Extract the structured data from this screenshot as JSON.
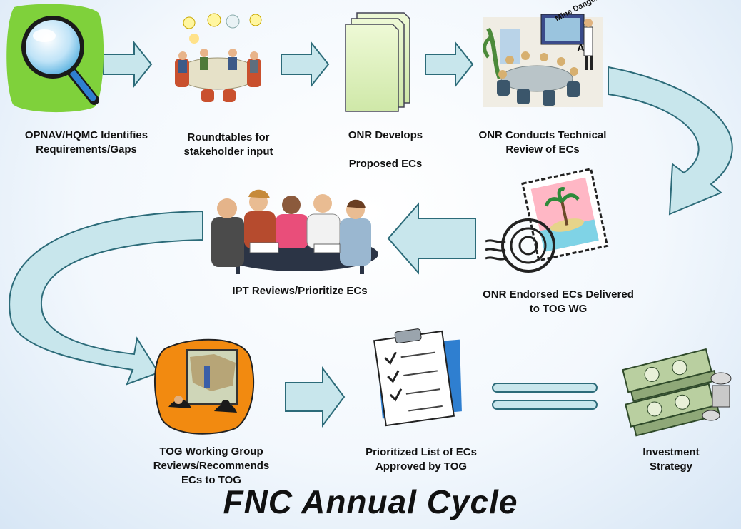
{
  "title": "FNC Annual Cycle",
  "colors": {
    "arrow_fill": "#c8e6ec",
    "arrow_stroke": "#2c6b79",
    "background": "#ffffff"
  },
  "steps": [
    {
      "label": "OPNAV/HQMC Identifies\nRequirements/Gaps",
      "icon": "magnifying-glass-icon"
    },
    {
      "label": "Roundtables for\nstakeholder input",
      "icon": "roundtable-meeting-icon"
    },
    {
      "label": "ONR Develops\n\nProposed ECs",
      "icon": "document-stack-icon"
    },
    {
      "label": "ONR Conducts Technical\nReview of ECs",
      "icon": "conference-room-icon"
    },
    {
      "label": "ONR Endorsed ECs Delivered\nto TOG WG",
      "icon": "postage-stamp-icon"
    },
    {
      "label": "IPT Reviews/Prioritize ECs",
      "icon": "team-meeting-icon"
    },
    {
      "label": "TOG Working Group\nReviews/Recommends\nECs to TOG",
      "icon": "map-briefing-icon"
    },
    {
      "label": "Prioritized List of ECs\nApproved by TOG",
      "icon": "clipboard-checklist-icon"
    },
    {
      "label": "Investment\nStrategy",
      "icon": "money-stack-icon"
    }
  ],
  "image_text": {
    "board_text": "Mine Danger Area",
    "board_mark": "AF"
  }
}
